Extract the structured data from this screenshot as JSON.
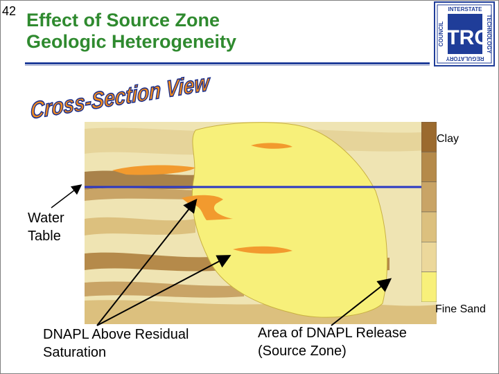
{
  "slide": {
    "number": "42",
    "title_line1": "Effect of Source Zone",
    "title_line2": "Geologic Heterogeneity",
    "subtitle_wordart": "Cross-Section View"
  },
  "logo": {
    "text_left": "COUNCIL",
    "text_top": "INTERSTATE",
    "text_right": "TECHNOLOGY",
    "text_bottom": "REGULATORY",
    "center": "ITRC"
  },
  "legend": {
    "top_label": "Clay",
    "bottom_label": "Fine Sand",
    "colors": [
      "#9b6a2e",
      "#b58a4a",
      "#c9a466",
      "#dcc07e",
      "#ecd89b",
      "#f8f07a"
    ]
  },
  "labels": {
    "water_table": "Water\nTable",
    "dnapl_above": "DNAPL Above Residual\nSaturation",
    "release_area": "Area of DNAPL Release\n(Source Zone)"
  },
  "colors": {
    "title": "#2f8a2f",
    "rule": "#1f3d99",
    "water_table_line": "#2a37c4",
    "dnapl": "#f29a2e",
    "source_zone": "#f7f07a",
    "wordart_fill": "#f08a1e",
    "wordart_outline": "#1a2d8a"
  }
}
